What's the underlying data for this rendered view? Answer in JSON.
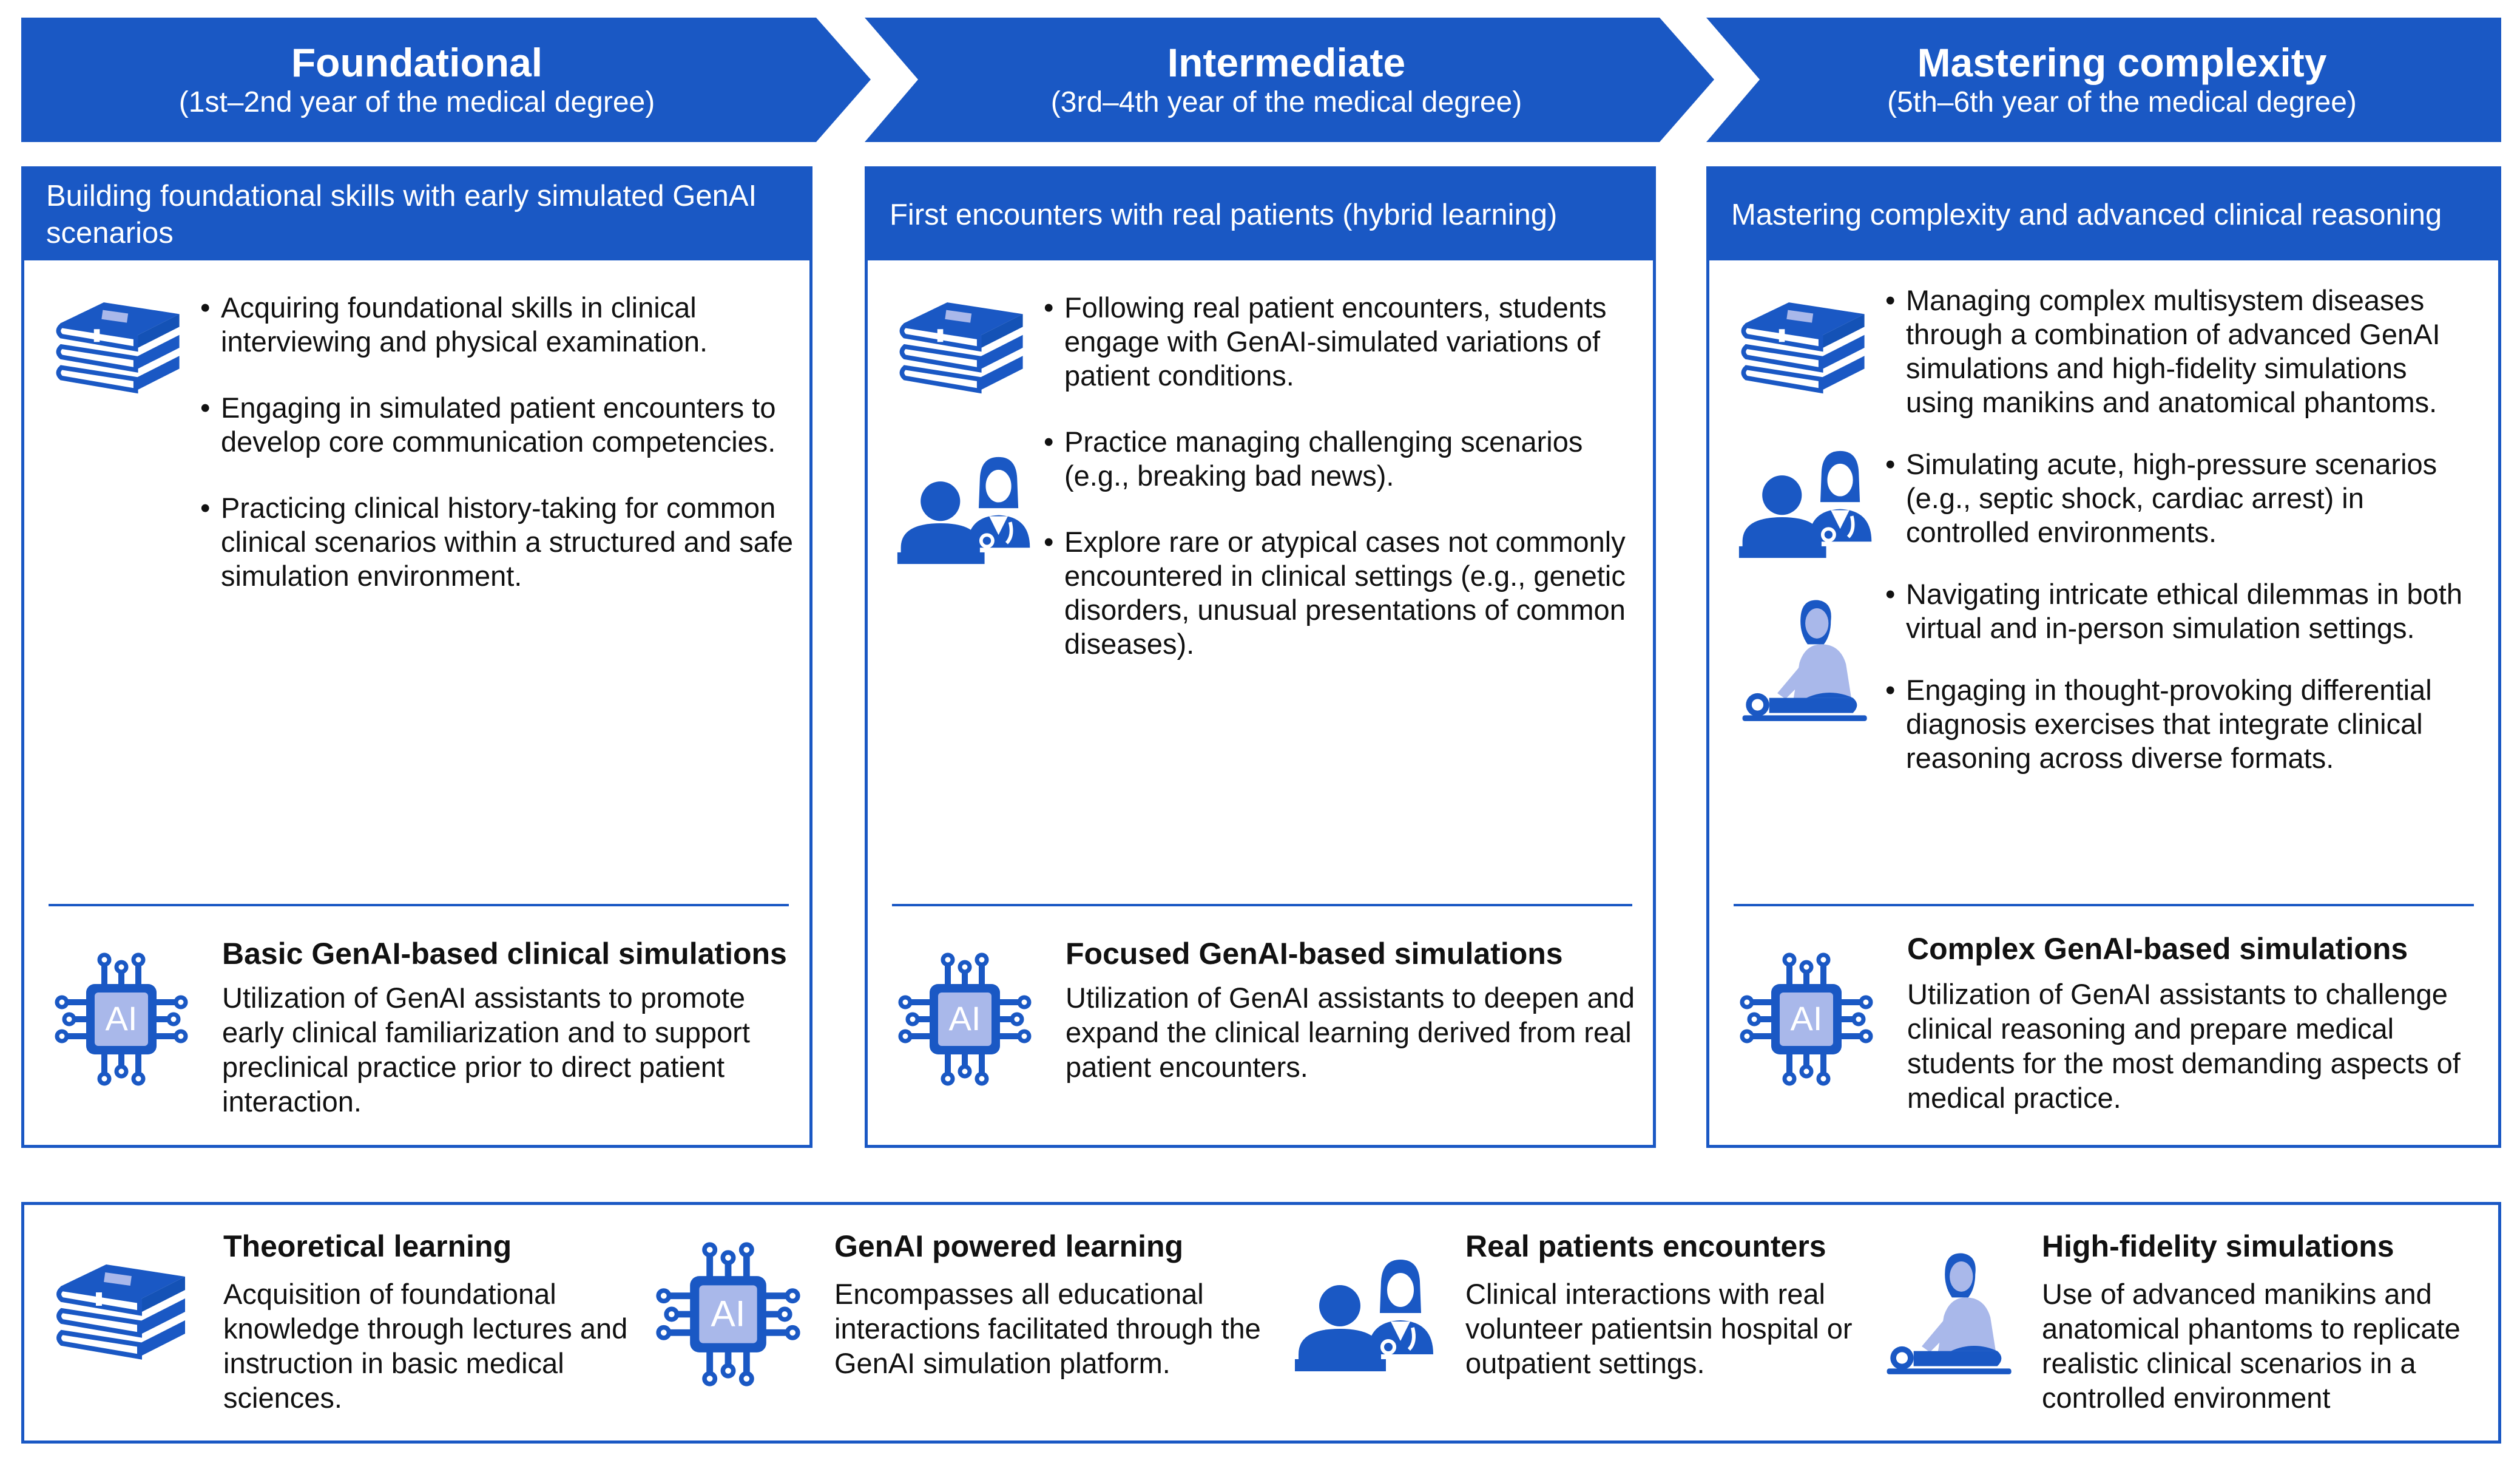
{
  "stages": [
    {
      "title": "Foundational",
      "subtitle": "(1st–2nd year of the medical degree)",
      "panel_heading": "Building foundational skills with early simulated GenAI scenarios",
      "bullets": [
        "Acquiring foundational skills in clinical interviewing and physical examination.",
        "Engaging in simulated patient encounters to develop core communication competencies.",
        "Practicing clinical history-taking for common clinical scenarios within a structured and safe simulation environment."
      ],
      "icons": [
        "book-stack-icon"
      ],
      "simulation_title": "Basic GenAI-based clinical simulations",
      "simulation_desc": "Utilization of GenAI assistants to promote early clinical familiarization and to support preclinical practice prior to direct patient interaction."
    },
    {
      "title": "Intermediate",
      "subtitle": "(3rd–4th year of the medical degree)",
      "panel_heading": "First encounters with real patients (hybrid learning)",
      "bullets": [
        "Following real patient encounters, students engage with GenAI-simulated variations of patient conditions.",
        "Practice managing challenging scenarios (e.g., breaking bad news).",
        "Explore rare or atypical cases not commonly encountered in clinical settings (e.g., genetic disorders, unusual presentations of common diseases)."
      ],
      "icons": [
        "book-stack-icon",
        "patient-doctor-icon"
      ],
      "simulation_title": "Focused GenAI-based simulations",
      "simulation_desc": "Utilization of GenAI assistants to deepen and expand the clinical learning derived from real patient encounters."
    },
    {
      "title": "Mastering complexity",
      "subtitle": "(5th–6th year of the medical degree)",
      "panel_heading": "Mastering complexity and advanced clinical reasoning",
      "bullets": [
        "Managing complex multisystem diseases through a combination of advanced GenAI simulations and high-fidelity simulations using manikins and anatomical phantoms.",
        "Simulating acute, high-pressure scenarios (e.g., septic shock, cardiac arrest) in controlled environments.",
        "Navigating intricate ethical dilemmas in both virtual and in-person simulation settings.",
        "Engaging in thought-provoking differential diagnosis exercises that integrate clinical reasoning across diverse formats."
      ],
      "icons": [
        "book-stack-icon",
        "patient-doctor-icon",
        "manikin-simulation-icon"
      ],
      "simulation_title": "Complex GenAI-based simulations",
      "simulation_desc": "Utilization of GenAI assistants to challenge clinical reasoning and prepare medical students for the most demanding aspects of medical practice."
    }
  ],
  "ai_chip_label": "AI",
  "legend": [
    {
      "icon": "book-stack-icon",
      "title": "Theoretical learning",
      "desc": "Acquisition of foundational knowledge through lectures and instruction in basic medical sciences."
    },
    {
      "icon": "ai-chip-icon",
      "title": "GenAI powered learning",
      "desc": "Encompasses all educational interactions facilitated through the GenAI simulation platform."
    },
    {
      "icon": "patient-doctor-icon",
      "title": "Real patients encounters",
      "desc": "Clinical interactions with real volunteer patientsin hospital or outpatient settings."
    },
    {
      "icon": "manikin-simulation-icon",
      "title": "High-fidelity simulations",
      "desc": "Use of advanced manikins and anatomical phantoms to replicate realistic clinical scenarios in a controlled environment"
    }
  ],
  "colors": {
    "primary": "#1a58c4",
    "light": "#a9b8ea",
    "text": "#111111"
  }
}
